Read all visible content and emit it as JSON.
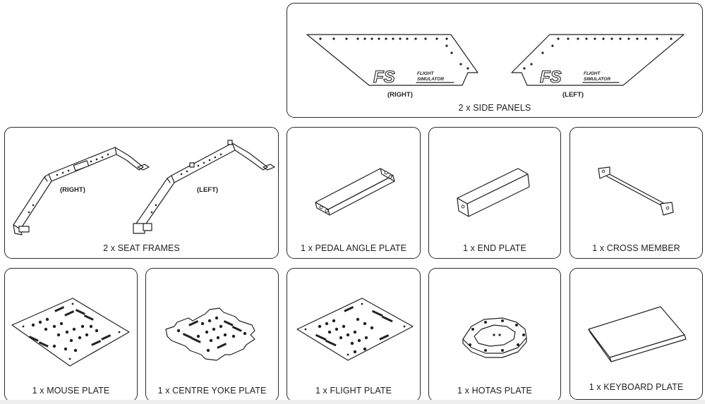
{
  "side_panels": {
    "caption": "2 x SIDE PANELS",
    "right_label": "(RIGHT)",
    "left_label": "(LEFT)",
    "logo_mark": "FS",
    "logo_line1": "FLIGHT",
    "logo_line2": "SIMULATOR"
  },
  "seat_frames": {
    "caption": "2 x SEAT FRAMES",
    "right_label": "(RIGHT)",
    "left_label": "(LEFT)"
  },
  "parts": {
    "pedal_angle_plate": "1 x PEDAL ANGLE PLATE",
    "end_plate": "1 x END PLATE",
    "cross_member": "1 x CROSS MEMBER",
    "mouse_plate": "1 x MOUSE PLATE",
    "centre_yoke_plate": "1 x CENTRE YOKE PLATE",
    "flight_plate": "1 x FLIGHT PLATE",
    "hotas_plate": "1 x HOTAS PLATE",
    "keyboard_plate": "1 x KEYBOARD PLATE"
  }
}
